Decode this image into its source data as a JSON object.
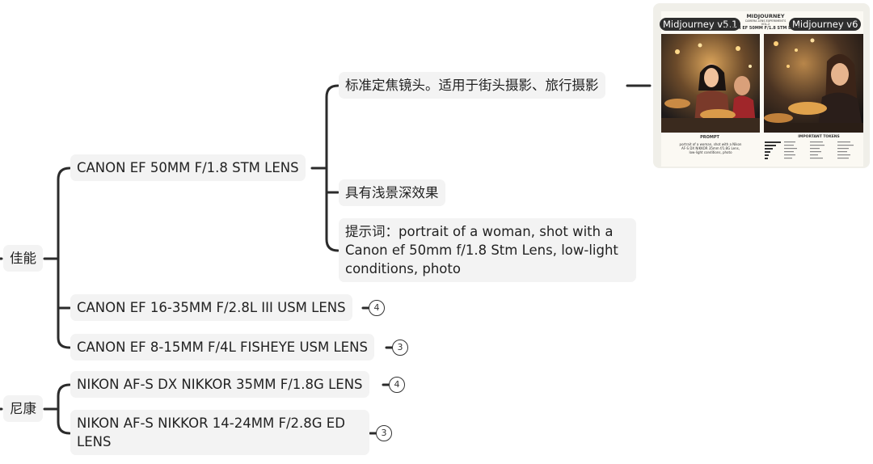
{
  "root_left_stub": "",
  "branches": [
    {
      "label": "佳能",
      "children": [
        {
          "label": "CANON EF 50MM F/1.8 STM LENS",
          "children": [
            {
              "label": "标准定焦镜头。适用于街头摄影、旅行摄影"
            },
            {
              "label": "具有浅景深效果"
            },
            {
              "label": "提示词：portrait of a woman, shot with a Canon ef 50mm f/1.8 Stm Lens, low-light conditions, photo"
            }
          ]
        },
        {
          "label": "CANON EF 16-35MM F/2.8L III USM LENS",
          "collapsed_count": "4"
        },
        {
          "label": "CANON EF 8-15MM F/4L FISHEYE USM LENS",
          "collapsed_count": "3"
        }
      ]
    },
    {
      "label": "尼康",
      "children": [
        {
          "label": "NIKON AF-S DX NIKKOR 35MM F/1.8G LENS",
          "collapsed_count": "4"
        },
        {
          "label": "NIKON AF-S NIKKOR 14-24MM F/2.8G ED LENS",
          "collapsed_count": "3"
        }
      ]
    }
  ],
  "thumbnail": {
    "left_tag": "Midjourney v5.1",
    "right_tag": "Midjourney v6",
    "brand": "MIDJOURNEY",
    "brand_sub": "CAMERA LENS EXPERIMENTS\nVOL.2",
    "lens_title": "CANON EF 50MM F/1.8 STM LENS",
    "prompt_header": "PROMPT",
    "prompt_text": "portrait of a woman, shot with a Nikon AF-S DX NIKKOR 35mm f/1.8G Lens, low-light conditions, photo",
    "tokens_header": "IMPORTANT TOKENS"
  },
  "colors": {
    "line": "#2b2b2b",
    "node_bg": "#f3f3f3",
    "badge_border": "#333333"
  }
}
